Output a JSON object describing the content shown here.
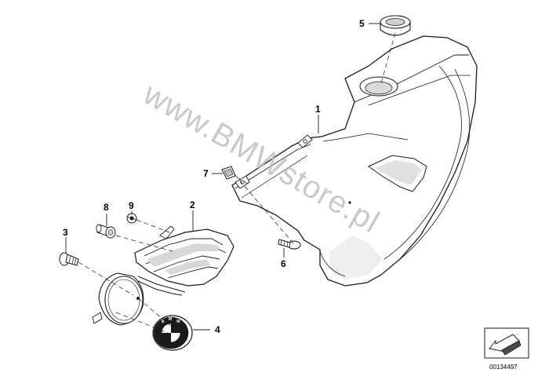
{
  "diagram": {
    "callouts": [
      {
        "id": "1",
        "label": "1",
        "part": "fairing-side-panel"
      },
      {
        "id": "2",
        "label": "2",
        "part": "radiator-grille"
      },
      {
        "id": "3",
        "label": "3",
        "part": "screw"
      },
      {
        "id": "4",
        "label": "4",
        "part": "bmw-emblem-badge"
      },
      {
        "id": "5",
        "label": "5",
        "part": "rubber-grommet"
      },
      {
        "id": "6",
        "label": "6",
        "part": "screw"
      },
      {
        "id": "7",
        "label": "7",
        "part": "clip-nut"
      },
      {
        "id": "8",
        "label": "8",
        "part": "spacer-bolt"
      },
      {
        "id": "9",
        "label": "9",
        "part": "washer-nut"
      }
    ],
    "watermark": "www.BMWstore.pl",
    "reference_number": "00134497"
  },
  "colors": {
    "line": "#1a1a1a",
    "panel_fill": "#ffffff",
    "shade": "#bdbdbd",
    "watermark": "#b8b8b8"
  },
  "icons": [
    "bmw-roundel-icon",
    "view-direction-arrow-icon"
  ]
}
